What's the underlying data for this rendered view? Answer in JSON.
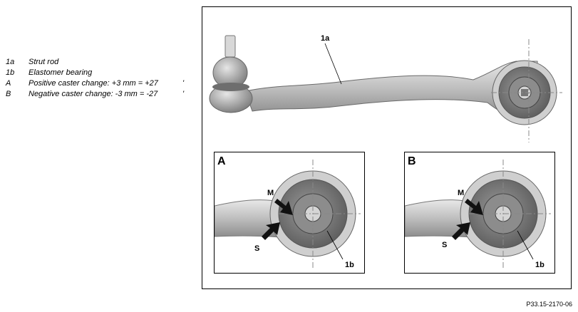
{
  "legend": [
    {
      "key": "1a",
      "text": "Strut rod",
      "suffix": ""
    },
    {
      "key": "1b",
      "text": "Elastomer bearing",
      "suffix": ""
    },
    {
      "key": "A",
      "text": "Positive caster change: +3 mm = +27",
      "suffix": "'"
    },
    {
      "key": "B",
      "text": "Negative caster change: -3 mm = -27",
      "suffix": "'"
    }
  ],
  "figure": {
    "top_label": "1a",
    "panel_a": {
      "letter": "A",
      "label_m": "M",
      "label_s": "S",
      "label_part": "1b"
    },
    "panel_b": {
      "letter": "B",
      "label_m": "M",
      "label_s": "S",
      "label_part": "1b"
    }
  },
  "figure_id": "P33.15-2170-06"
}
